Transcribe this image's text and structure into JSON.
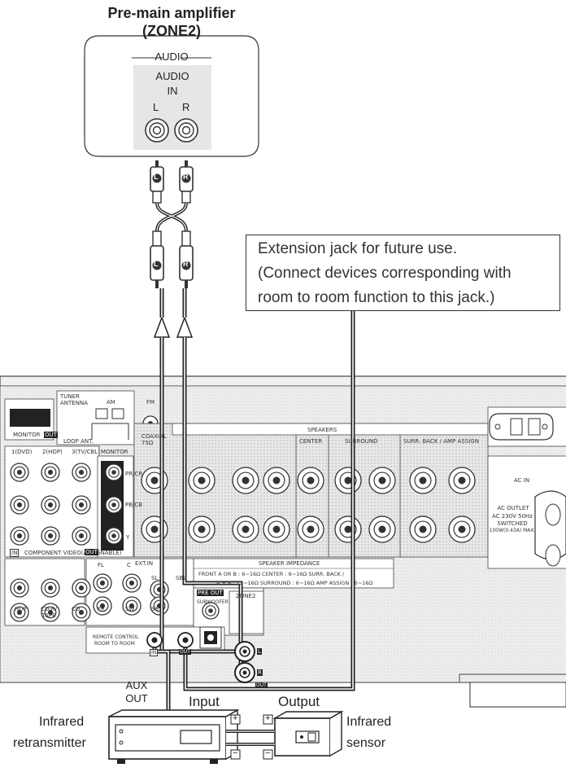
{
  "amp": {
    "title_line1": "Pre-main amplifier",
    "title_line2": "(ZONE2)",
    "audio_header": "AUDIO",
    "audio_in_1": "AUDIO",
    "audio_in_2": "IN",
    "left": "L",
    "right": "R"
  },
  "plug_labels": {
    "left": "L",
    "right": "R"
  },
  "note": {
    "line1": "Extension jack for future use.",
    "line2": "(Connect devices corresponding with",
    "line3": "room to room function to this jack.)"
  },
  "panel": {
    "tuner": "TUNER ANTENNA",
    "am": "AM",
    "fm": "FM",
    "coax": "COAXIAL 75Ω",
    "loop": "LOOP ANT.",
    "monitor": "MONITOR",
    "out": "OUT",
    "in": "IN",
    "dvd": "1(DVD)",
    "hdp": "2(HDP)",
    "tv": "3(TV/CBL)",
    "monitor2": "MONITOR",
    "pr": "PR/CR",
    "pb": "PB/CB",
    "y": "Y",
    "component": "COMPONENT VIDEO(ASSIGNABLE)",
    "speakers": "SPEAKERS",
    "center": "CENTER",
    "surround": "SURROUND",
    "surrback": "SURR. BACK / AMP ASSIGN",
    "ac_in": "AC IN",
    "ac_outlet": "AC OUTLET",
    "ac_spec1": "AC 230V 50Hz",
    "ac_spec2": "SWITCHED",
    "ac_spec3": "100W(0.43A) MAX.",
    "imp_title": "SPEAKER IMPEDANCE",
    "imp1": "FRONT  A OR B : 6∼16Ω   CENTER   : 6∼16Ω   SURR. BACK /",
    "imp2": "A + B : 12∼16Ω   SURROUND  : 6∼16Ω   AMP ASSIGN : 6∼16Ω",
    "ext_in": "EXT.IN",
    "fl": "FL",
    "c": "C",
    "sl": "SL",
    "sbl": "SBL",
    "fr": "FR",
    "sw": "SW",
    "sr": "SR",
    "hdp_lbl": "HDP",
    "cdr": "CD-R/ TAPE",
    "cd": "CD",
    "pre_out": "PRE OUT",
    "subwoofer": "SUBWOOFER",
    "zone2": "ZONE2",
    "zone_l": "L",
    "zone_r": "R",
    "zone_out": "OUT",
    "remote1": "REMOTE CONTROL",
    "remote2": "ROOM TO ROOM",
    "remote_in": "IN",
    "remote_out": "OUT"
  },
  "bottom": {
    "aux_out1": "AUX",
    "aux_out2": "OUT",
    "input": "Input",
    "output": "Output",
    "retrans1": "Infrared",
    "retrans2": "retransmitter",
    "sensor1": "Infrared",
    "sensor2": "sensor",
    "plus": "+",
    "minus": "−"
  }
}
